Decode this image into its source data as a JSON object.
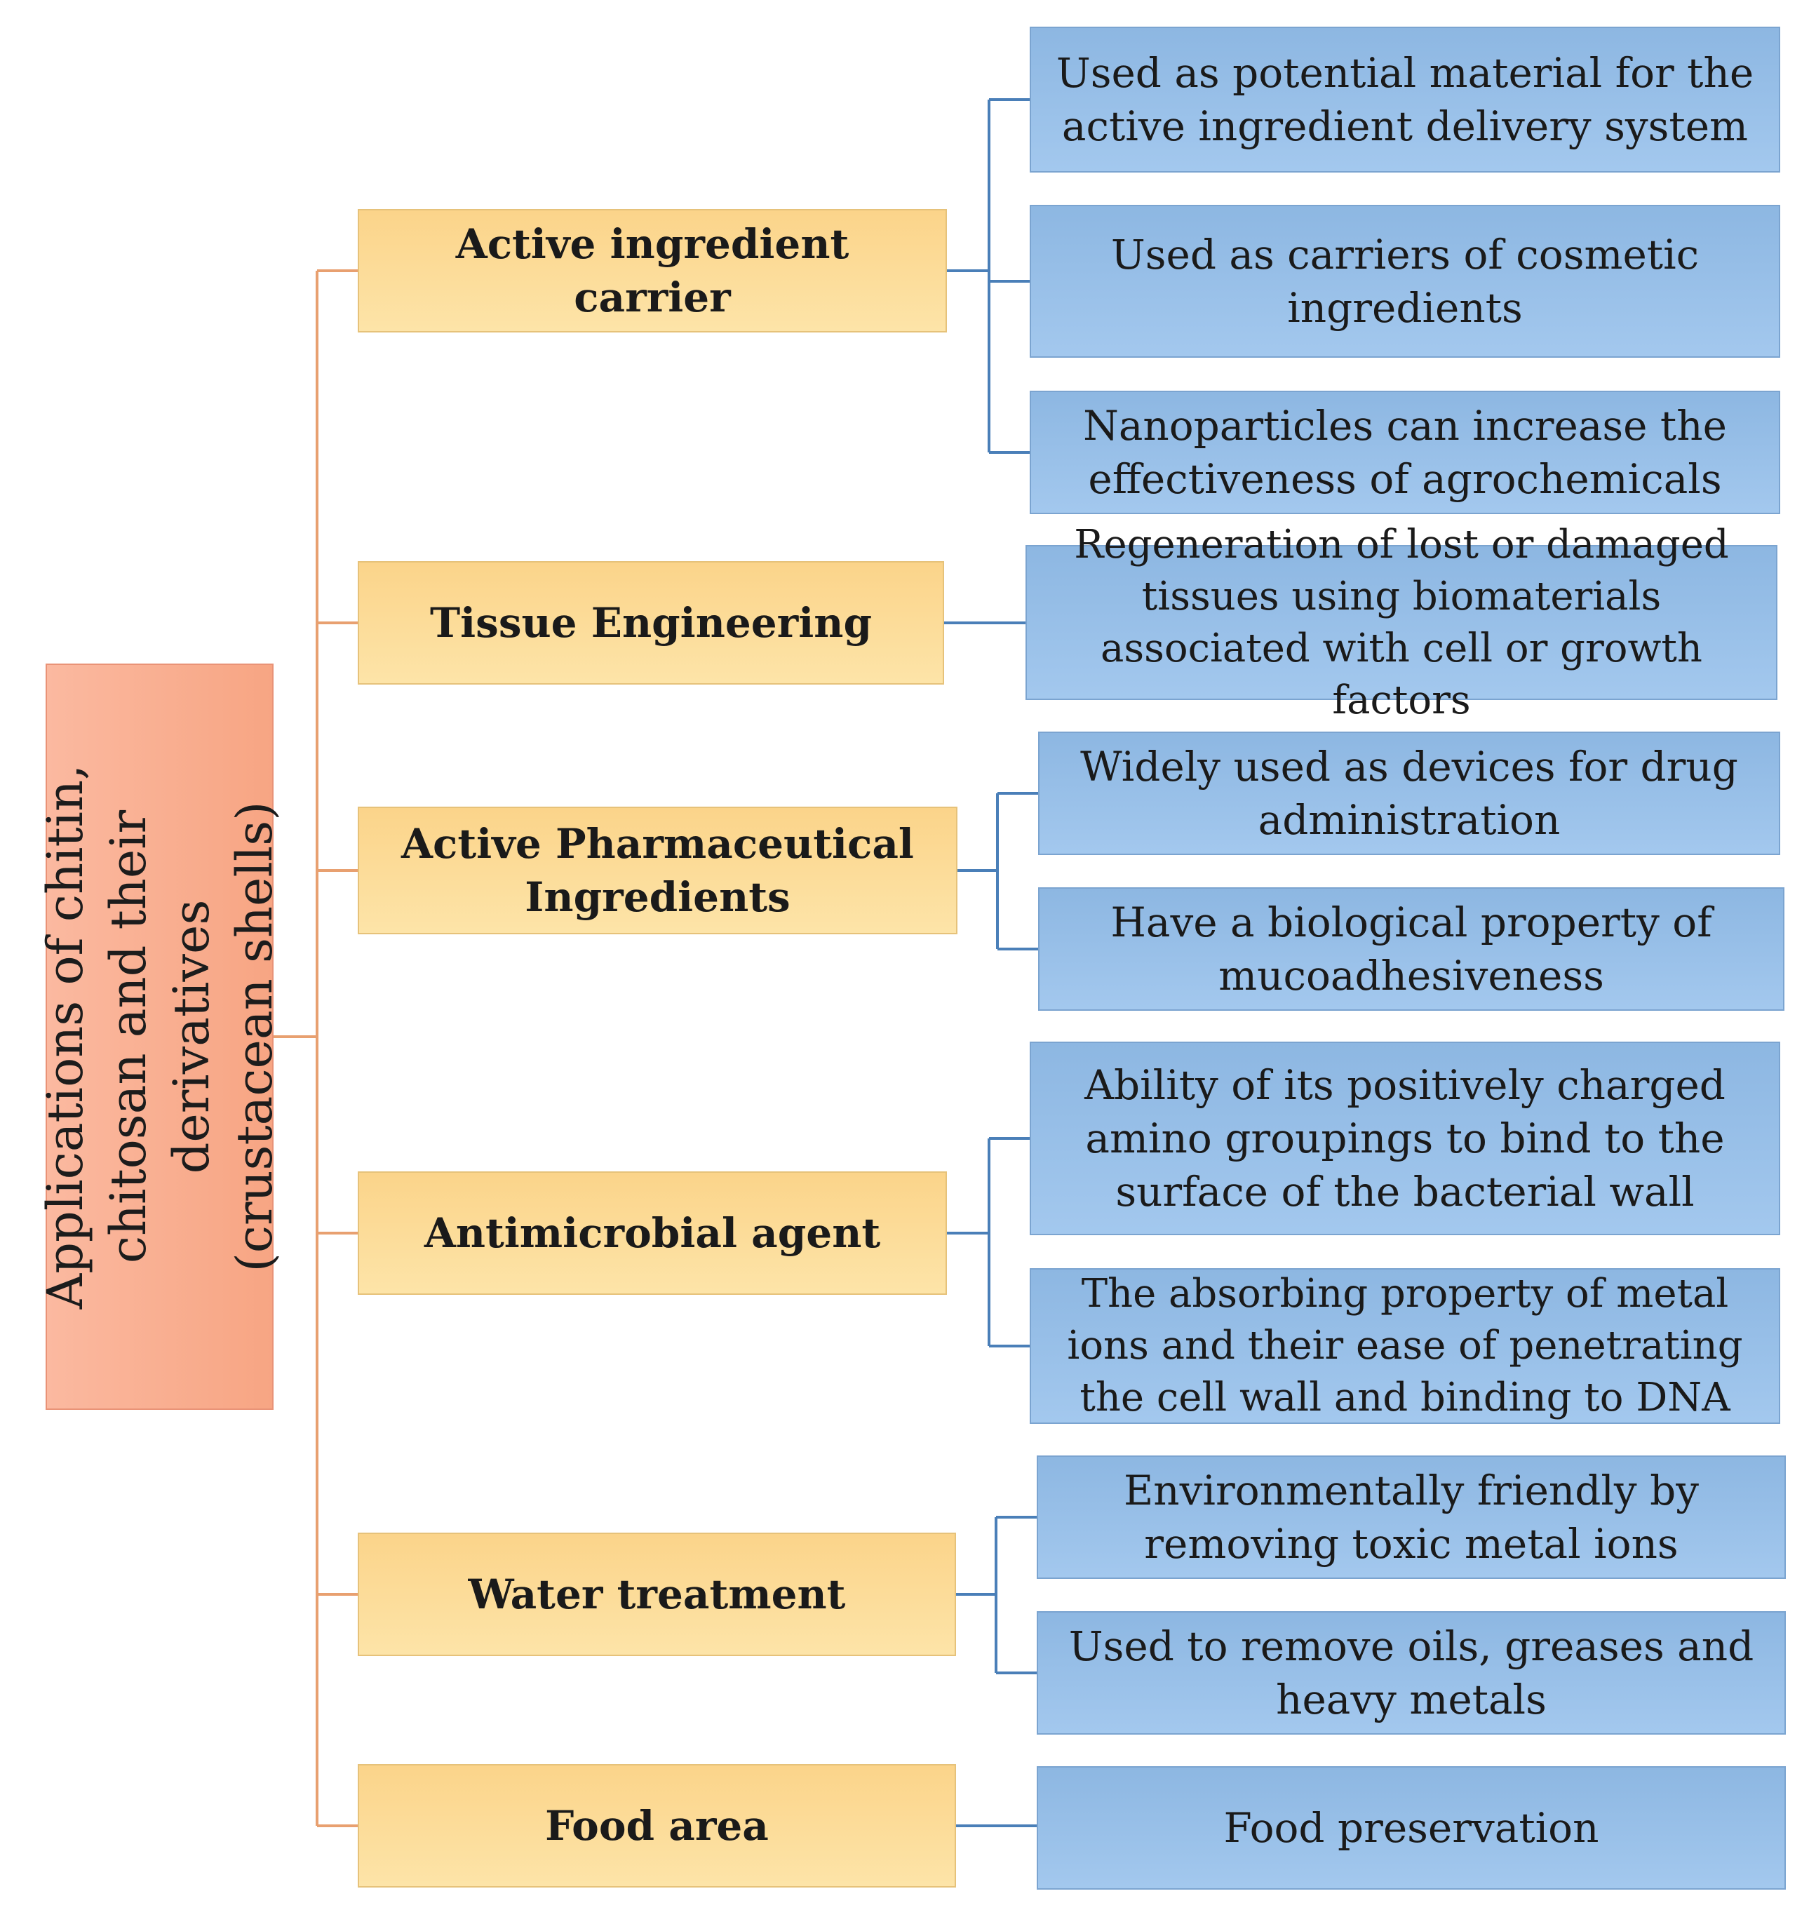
{
  "root": {
    "label": "Applications of chitin,\nchitosan and their derivatives\n(crustacean shells)"
  },
  "categories": [
    {
      "label": "Active ingredient carrier",
      "items": [
        "Used as potential material for the active ingredient delivery system",
        "Used as carriers of cosmetic ingredients",
        "Nanoparticles can increase the effectiveness of agrochemicals"
      ]
    },
    {
      "label": "Tissue Engineering",
      "items": [
        "Regeneration of lost or damaged tissues using biomaterials associated with cell or growth factors"
      ]
    },
    {
      "label": "Active Pharmaceutical Ingredients",
      "items": [
        "Widely used as devices for drug administration",
        "Have a biological property of mucoadhesiveness"
      ]
    },
    {
      "label": "Antimicrobial agent",
      "items": [
        "Ability of its positively charged amino groupings to bind to the surface of the bacterial wall",
        "The absorbing property of metal ions and their ease of penetrating the cell wall and binding to DNA"
      ]
    },
    {
      "label": "Water treatment",
      "items": [
        "Environmentally friendly by removing toxic metal ions",
        "Used to remove oils, greases and heavy metals"
      ]
    },
    {
      "label": "Food area",
      "items": [
        "Food preservation"
      ]
    }
  ],
  "colors": {
    "root_fill": "#f9ae8f",
    "category_fill": "#fcdc9a",
    "description_fill": "#98bfe8",
    "orange_connector": "#e8a070",
    "blue_connector": "#4a7fb8"
  }
}
